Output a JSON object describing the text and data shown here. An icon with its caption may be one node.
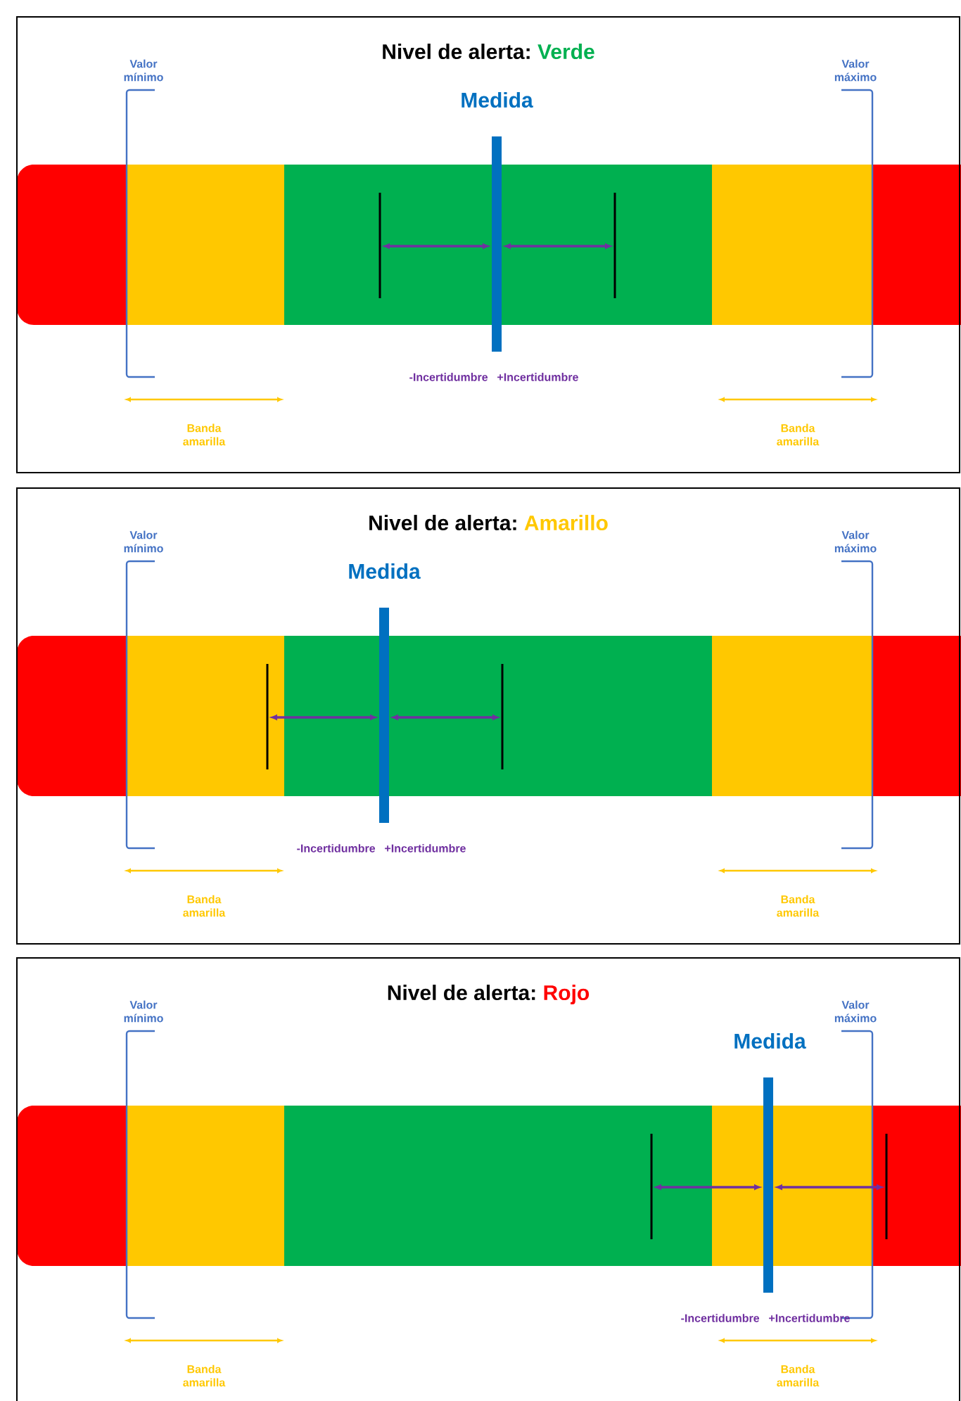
{
  "diagram": {
    "nodes": [
      {
        "text": [
          "Nivel de alerta:",
          "Verde"
        ]
      },
      {
        "text": [
          "Nivel de alerta:",
          "Amarillo"
        ]
      },
      {
        "text": [
          "Nivel de alerta:",
          "Rojo"
        ]
      }
    ],
    "labels": [
      "Valor mínimo",
      "Valor máximo",
      "Medida",
      "-Incertidumbre",
      "+Incertidumbre",
      "Banda amarilla",
      "Banda amarilla",
      "Valor mínimo",
      "Valor máximo",
      "Medida",
      "-Incertidumbre",
      "+Incertidumbre",
      "Banda amarilla",
      "Banda amarilla",
      "Valor mínimo",
      "Valor máximo",
      "Medida",
      "-Incertidumbre",
      "+Incertidumbre",
      "Banda amarilla",
      "Banda amarilla"
    ]
  }
}
